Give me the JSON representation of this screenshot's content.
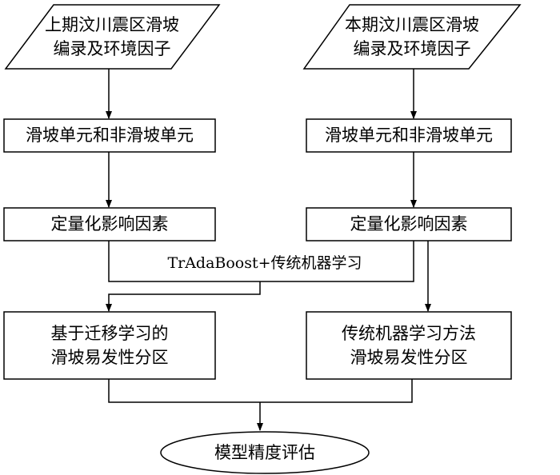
{
  "inputs": {
    "left": {
      "line1": "上期汶川震区滑坡",
      "line2": "编录及环境因子"
    },
    "right": {
      "line1": "本期汶川震区滑坡",
      "line2": "编录及环境因子"
    }
  },
  "units": {
    "left": "滑坡单元和非滑坡单元",
    "right": "滑坡单元和非滑坡单元"
  },
  "factors": {
    "left": "定量化影响因素",
    "right": "定量化影响因素"
  },
  "merge_label": "TrAdaBoost+传统机器学习",
  "results": {
    "left": {
      "line1": "基于迁移学习的",
      "line2": "滑坡易发性分区"
    },
    "right": {
      "line1": "传统机器学习方法",
      "line2": "滑坡易发性分区"
    }
  },
  "evaluation": "模型精度评估"
}
